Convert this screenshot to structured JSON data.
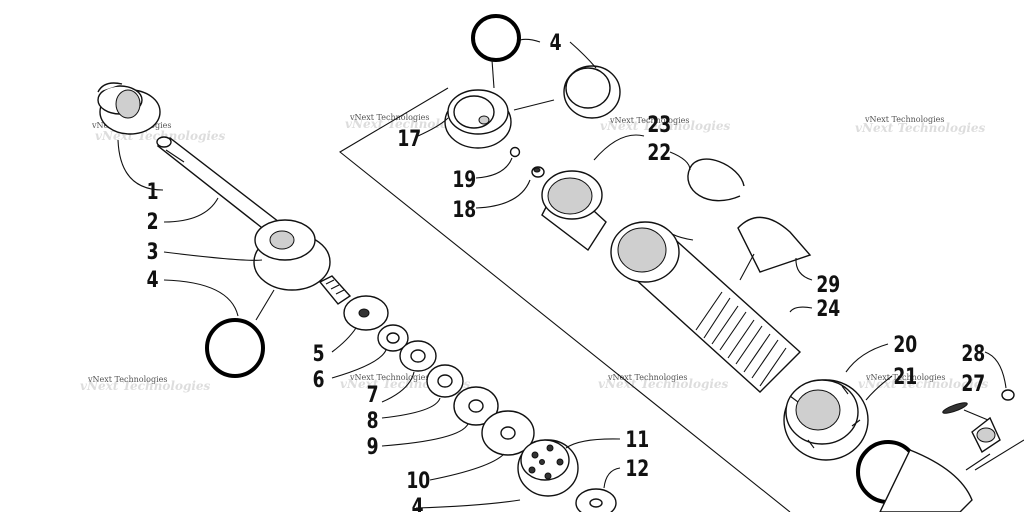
{
  "watermark": "vNext Technologies",
  "callouts": {
    "c1": "1",
    "c2": "2",
    "c3": "3",
    "c4a": "4",
    "c5": "5",
    "c6": "6",
    "c7": "7",
    "c8": "8",
    "c9": "9",
    "c10": "10",
    "c11": "11",
    "c12": "12",
    "c4b": "4",
    "c17": "17",
    "c19": "19",
    "c18": "18",
    "c4c": "4",
    "c23": "23",
    "c22": "22",
    "c29": "29",
    "c24": "24",
    "c20": "20",
    "c21": "21",
    "c28": "28",
    "c27": "27"
  }
}
